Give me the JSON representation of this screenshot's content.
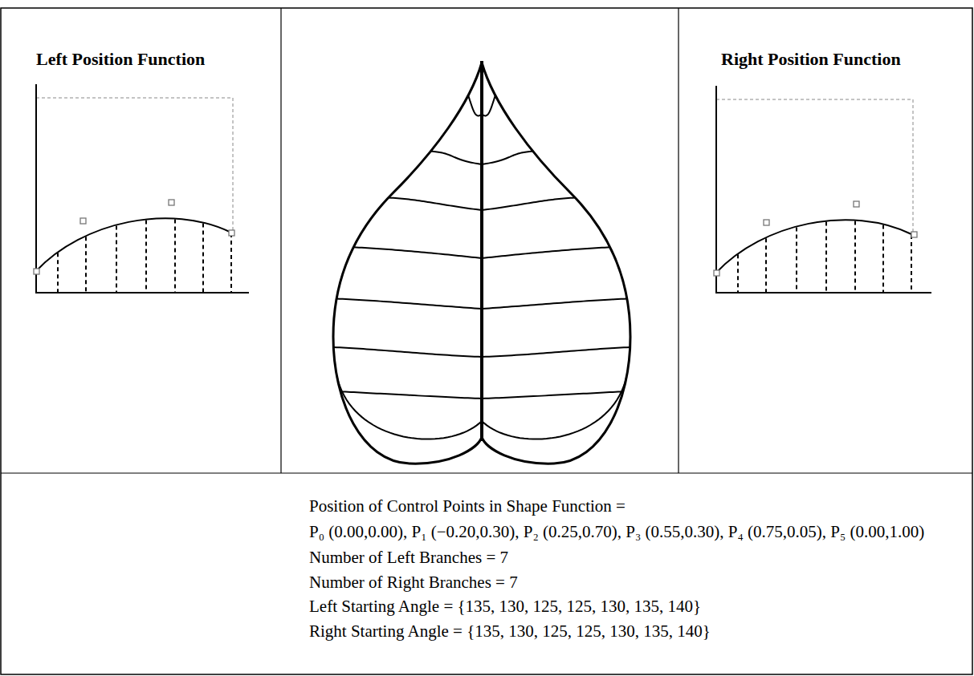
{
  "diagram": {
    "labels": [
      "Left Position Function",
      "Right Position Function",
      "Position of Control Points in Shape Function =",
      "P₀ (0.00,0.00), P₁ (−0.20,0.30), P₂ (0.25,0.70), P₃ (0.55,0.30), P₄ (0.75,0.05), P₅ (0.00,1.00)",
      "Number of Left Branches = 7",
      "Number of Right Branches = 7",
      "Left Starting Angle = {135, 130, 125, 125, 130, 135, 140}",
      "Right Starting Angle = {135, 130, 125, 125, 130, 135, 140}"
    ]
  }
}
